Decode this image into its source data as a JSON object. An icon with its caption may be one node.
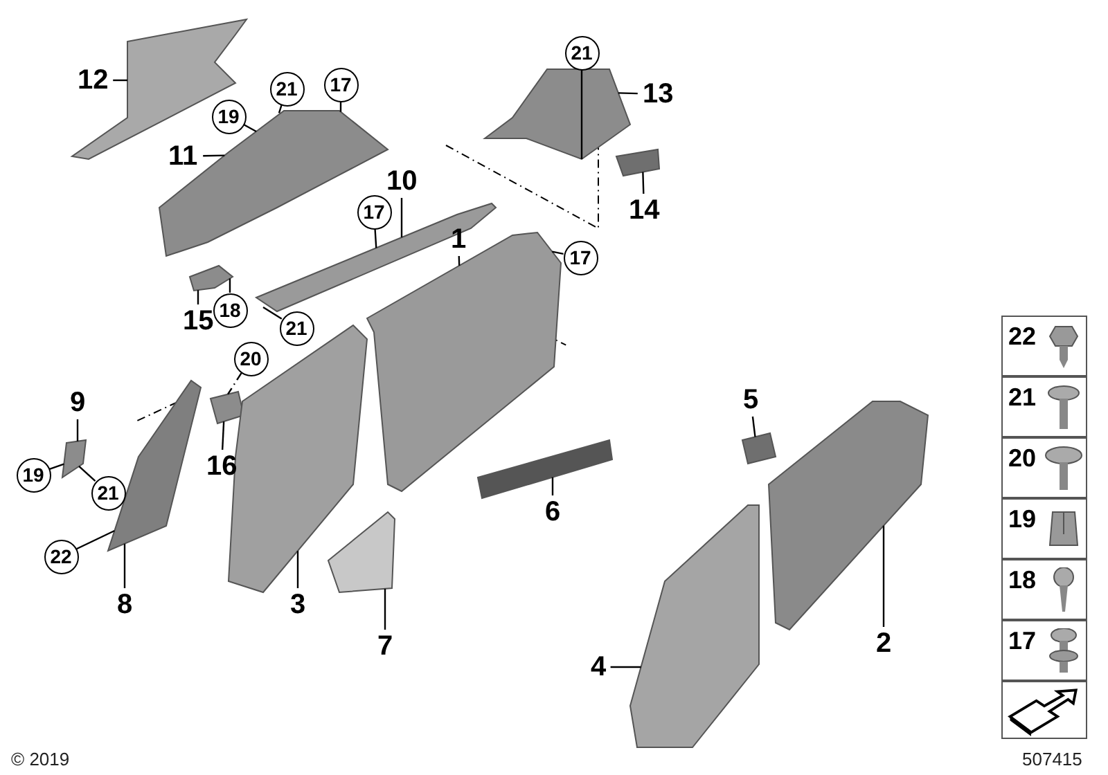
{
  "diagram": {
    "nodes": [
      {
        "text": [
          "12"
        ]
      },
      {
        "text": [
          "21"
        ]
      },
      {
        "text": [
          "17"
        ]
      },
      {
        "text": [
          "21"
        ]
      },
      {
        "text": [
          "13"
        ]
      },
      {
        "text": [
          "19"
        ]
      },
      {
        "text": [
          "11"
        ]
      },
      {
        "text": [
          "10"
        ]
      },
      {
        "text": [
          "14"
        ]
      },
      {
        "text": [
          "17"
        ]
      },
      {
        "text": [
          "1"
        ]
      },
      {
        "text": [
          "17"
        ]
      },
      {
        "text": [
          "15"
        ]
      },
      {
        "text": [
          "18"
        ]
      },
      {
        "text": [
          "21"
        ]
      },
      {
        "text": [
          "20"
        ]
      },
      {
        "text": [
          "22"
        ]
      },
      {
        "text": [
          "21"
        ]
      },
      {
        "text": [
          "20"
        ]
      },
      {
        "text": [
          "19"
        ]
      },
      {
        "text": [
          "18"
        ]
      },
      {
        "text": [
          "17"
        ]
      },
      {
        "text": [
          "9"
        ]
      },
      {
        "text": [
          "5"
        ]
      },
      {
        "text": [
          "16"
        ]
      },
      {
        "text": [
          "19"
        ]
      },
      {
        "text": [
          "21"
        ]
      },
      {
        "text": [
          "6"
        ]
      },
      {
        "text": [
          "22"
        ]
      },
      {
        "text": [
          "8"
        ]
      },
      {
        "text": [
          "3"
        ]
      },
      {
        "text": [
          "2"
        ]
      },
      {
        "text": [
          "7"
        ]
      },
      {
        "text": [
          "4"
        ]
      },
      {
        "text": [],
        "shape": "picture"
      },
      {
        "text": [],
        "shape": "picture"
      },
      {
        "text": [],
        "shape": "picture"
      },
      {
        "text": [],
        "shape": "picture"
      },
      {
        "text": [],
        "shape": "picture"
      },
      {
        "text": [],
        "shape": "picture"
      },
      {
        "text": [],
        "shape": "picture"
      },
      {
        "text": [],
        "shape": "picture"
      },
      {
        "text": [],
        "shape": "picture"
      },
      {
        "text": [],
        "shape": "picture"
      },
      {
        "text": [],
        "shape": "picture"
      },
      {
        "text": [],
        "shape": "picture"
      },
      {
        "text": [],
        "shape": "picture"
      },
      {
        "text": [],
        "shape": "picture"
      },
      {
        "text": [],
        "shape": "picture"
      },
      {
        "text": [],
        "shape": "picture"
      }
    ],
    "edges": [
      {
        "from": 0,
        "to": 34,
        "arrow": "none"
      },
      {
        "from": 1,
        "to": 35,
        "arrow": "none",
        "style": "dashed"
      },
      {
        "from": 2,
        "to": 35,
        "arrow": "none"
      },
      {
        "from": 3,
        "to": 36,
        "arrow": "none"
      },
      {
        "from": 4,
        "to": 36,
        "arrow": "none"
      },
      {
        "from": 5,
        "to": 35,
        "arrow": "none"
      },
      {
        "from": 6,
        "to": 35,
        "arrow": "none"
      },
      {
        "from": 7,
        "to": 38,
        "arrow": "none"
      },
      {
        "from": 8,
        "to": 37,
        "arrow": "none"
      },
      {
        "from": 9,
        "to": 38,
        "arrow": "none"
      },
      {
        "from": 10,
        "to": 40,
        "arrow": "none"
      },
      {
        "from": 11,
        "to": 40,
        "arrow": "none"
      },
      {
        "from": 12,
        "to": 39,
        "arrow": "none"
      },
      {
        "from": 13,
        "to": 39,
        "arrow": "none"
      },
      {
        "from": 14,
        "to": 38,
        "arrow": "none"
      },
      {
        "from": 15,
        "to": 41,
        "arrow": "none",
        "style": "dashed"
      },
      {
        "from": 22,
        "to": 43,
        "arrow": "none"
      },
      {
        "from": 23,
        "to": 47,
        "arrow": "none"
      },
      {
        "from": 24,
        "to": 41,
        "arrow": "none"
      },
      {
        "from": 25,
        "to": 43,
        "arrow": "none"
      },
      {
        "from": 26,
        "to": 43,
        "arrow": "none"
      },
      {
        "from": 27,
        "to": 45,
        "arrow": "none"
      },
      {
        "from": 28,
        "to": 44,
        "arrow": "none"
      },
      {
        "from": 29,
        "to": 44,
        "arrow": "none"
      },
      {
        "from": 30,
        "to": 42,
        "arrow": "none"
      },
      {
        "from": 31,
        "to": 48,
        "arrow": "none"
      },
      {
        "from": 32,
        "to": 46,
        "arrow": "none"
      },
      {
        "from": 33,
        "to": 49,
        "arrow": "none"
      }
    ],
    "labels": [
      "© 2019",
      "507415"
    ]
  }
}
